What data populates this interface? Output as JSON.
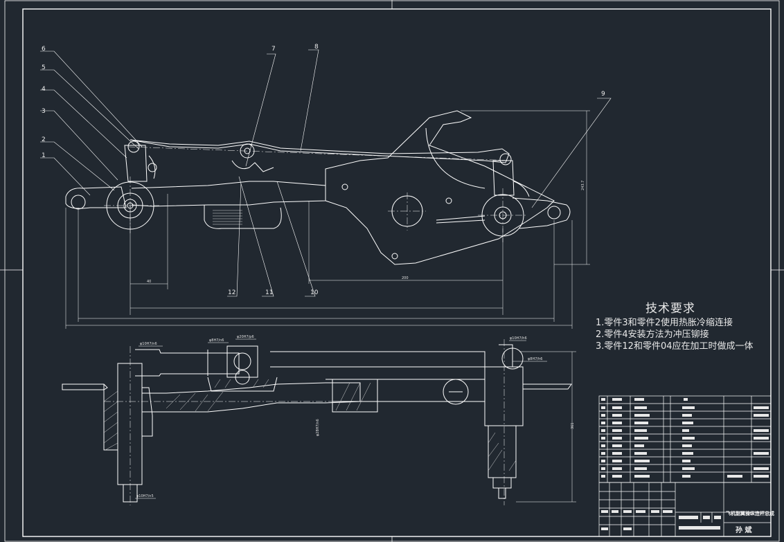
{
  "drawing": {
    "leaders": [
      "1",
      "2",
      "3",
      "4",
      "5",
      "6",
      "7",
      "8",
      "9",
      "12",
      "11",
      "10"
    ],
    "dimensions": {
      "d40": "40",
      "d200": "200",
      "d_a": "243.7",
      "d_b": "361",
      "fits": [
        "φ10H7/n6",
        "φ8H7/n6",
        "φ20H7/p6",
        "φ10H7/h6",
        "φ8H7/h6",
        "φ28H7/n6",
        "φ10H7/n5"
      ]
    }
  },
  "requirements": {
    "title": "技术要求",
    "items": [
      "1.零件3和零件2使用热胀冷缩连接",
      "2.零件4安装方法为冲压铆接",
      "3.零件12和零件04应在加工时做成一体"
    ]
  },
  "title_block": {
    "name": "飞机副翼操纵连杆总成",
    "scale": "孙 斌"
  },
  "colors": {
    "background": "#212830",
    "lines": "#ffffff",
    "hatch": "#d8d8d8"
  }
}
